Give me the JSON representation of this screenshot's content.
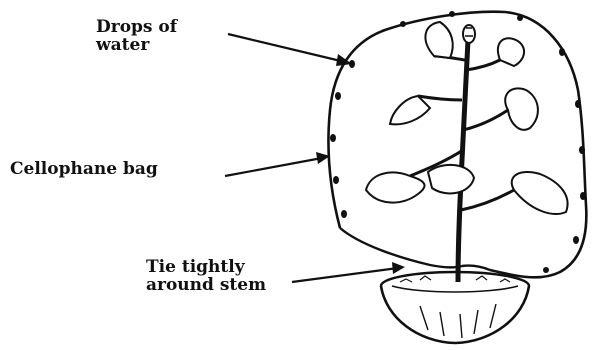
{
  "labels": {
    "drops_line1": "Drops of",
    "drops_line2": "water",
    "cellophane": "Cellophane bag",
    "tie_line1": "Tie tightly",
    "tie_line2": "around stem"
  },
  "colors": {
    "ink": "#111111",
    "background": "#ffffff"
  }
}
